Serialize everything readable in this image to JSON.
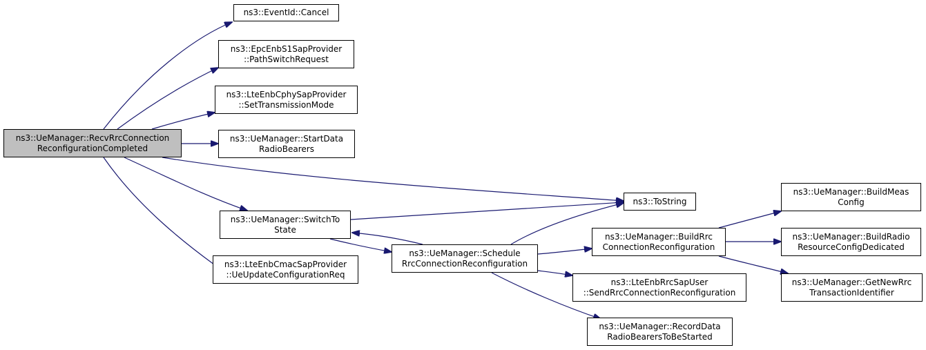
{
  "colors": {
    "edge": "#191970",
    "root_fill": "#bfbfbf",
    "node_fill": "#ffffff",
    "border": "#000000"
  },
  "nodes": {
    "root": [
      "ns3::UeManager::RecvRrcConnection",
      "ReconfigurationCompleted"
    ],
    "event_cancel": [
      "ns3::EventId::Cancel"
    ],
    "path_switch": [
      "ns3::EpcEnbS1SapProvider",
      "::PathSwitchRequest"
    ],
    "set_tx_mode": [
      "ns3::LteEnbCphySapProvider",
      "::SetTransmissionMode"
    ],
    "start_drb": [
      "ns3::UeManager::StartData",
      "RadioBearers"
    ],
    "to_string": [
      "ns3::ToString"
    ],
    "switch_to_state": [
      "ns3::UeManager::SwitchTo",
      "State"
    ],
    "ue_update_cfg": [
      "ns3::LteEnbCmacSapProvider",
      "::UeUpdateConfigurationReq"
    ],
    "schedule_rrc": [
      "ns3::UeManager::Schedule",
      "RrcConnectionReconfiguration"
    ],
    "build_rrc": [
      "ns3::UeManager::BuildRrc",
      "ConnectionReconfiguration"
    ],
    "send_rrc": [
      "ns3::LteEnbRrcSapUser",
      "::SendRrcConnectionReconfiguration"
    ],
    "record_drb": [
      "ns3::UeManager::RecordData",
      "RadioBearersToBeStarted"
    ],
    "build_meas": [
      "ns3::UeManager::BuildMeas",
      "Config"
    ],
    "build_radio": [
      "ns3::UeManager::BuildRadio",
      "ResourceConfigDedicated"
    ],
    "get_new_rrc": [
      "ns3::UeManager::GetNewRrc",
      "TransactionIdentifier"
    ]
  }
}
